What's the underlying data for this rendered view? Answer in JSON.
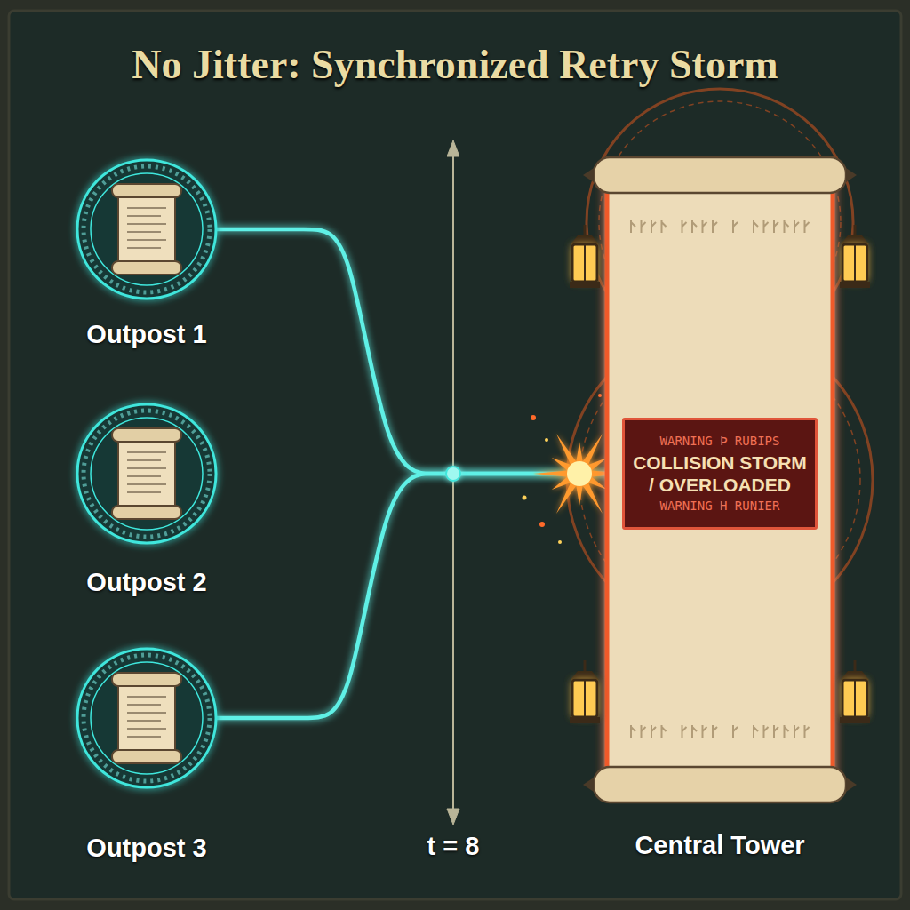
{
  "diagram": {
    "title": "No Jitter: Synchronized Retry Storm",
    "nodes": [
      {
        "text": [
          "Outpost 1"
        ]
      },
      {
        "text": [
          "Outpost 2"
        ]
      },
      {
        "text": [
          "Outpost 3"
        ]
      },
      {
        "text": [
          "Central Tower"
        ]
      },
      {
        "text": [
          "WARNING Þ RUBIPS",
          "COLLISION STORM / OVERLOADED",
          "WARNING H RUNIER"
        ],
        "in": 3
      }
    ],
    "edges": [
      {
        "from": 0,
        "to": 3,
        "arrow": "none"
      },
      {
        "from": 1,
        "to": 3,
        "arrow": "none"
      },
      {
        "from": 2,
        "to": 3,
        "arrow": "none"
      }
    ],
    "labels": [
      "t = 8"
    ]
  }
}
